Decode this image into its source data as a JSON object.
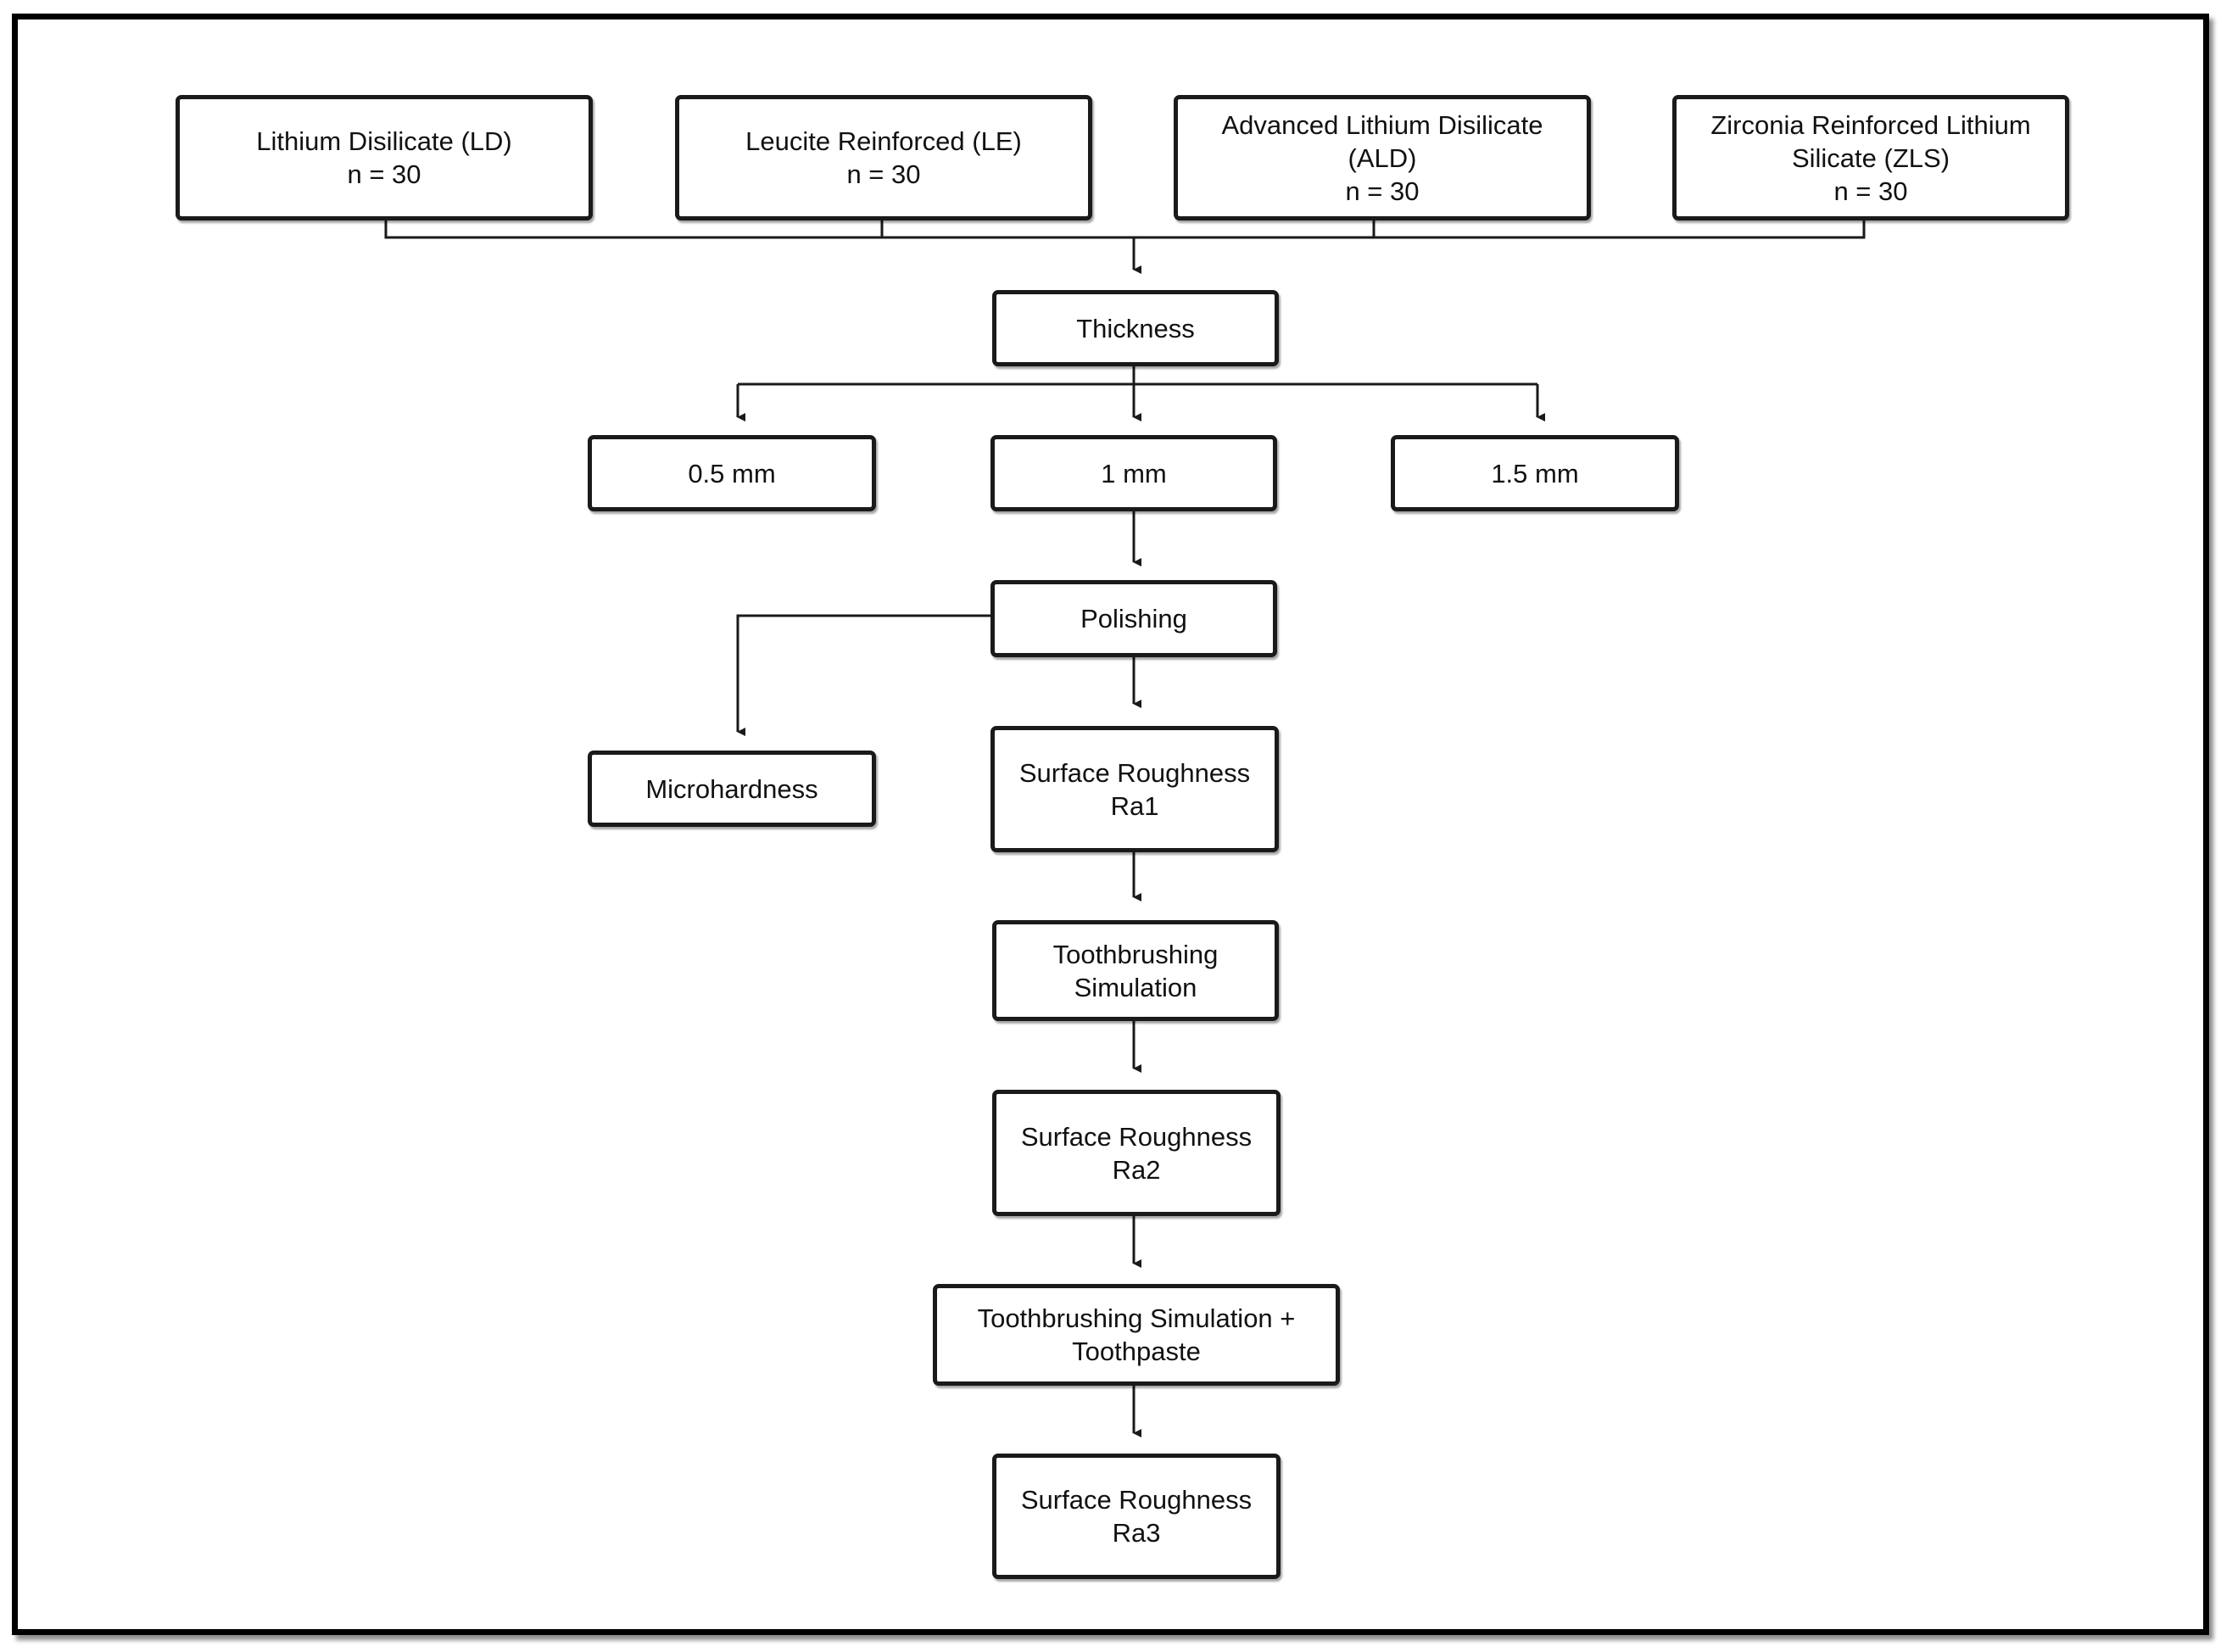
{
  "nodes": {
    "ld": "Lithium Disilicate (LD)\nn = 30",
    "le": "Leucite Reinforced (LE)\nn = 30",
    "ald": "Advanced Lithium Disilicate\n(ALD)\nn = 30",
    "zls": "Zirconia Reinforced Lithium\nSilicate (ZLS)\nn = 30",
    "thickness": "Thickness",
    "t05": "0.5 mm",
    "t1": "1 mm",
    "t15": "1.5 mm",
    "polishing": "Polishing",
    "microhardness": "Microhardness",
    "ra1": "Surface Roughness\nRa1",
    "brush1": "Toothbrushing\nSimulation",
    "ra2": "Surface Roughness\nRa2",
    "brush2": "Toothbrushing Simulation +\nToothpaste",
    "ra3": "Surface Roughness\nRa3"
  },
  "colors": {
    "line": "#1a1a1a",
    "border": "#1a1a1a"
  }
}
